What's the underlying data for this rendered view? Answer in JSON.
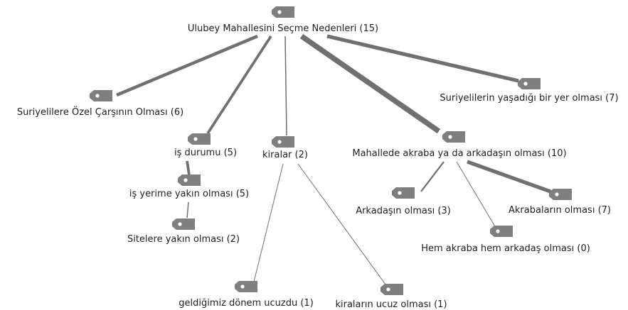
{
  "diagram": {
    "type": "code-tree",
    "nodes": [
      {
        "id": "root",
        "label": "Ulubey Mahallesini Seçme Nedenleri (15)"
      },
      {
        "id": "suriyelilere",
        "label": "Suriyelilere Özel Çarşının Olması (6)"
      },
      {
        "id": "is-durumu",
        "label": "iş durumu (5)"
      },
      {
        "id": "is-yerime",
        "label": "iş yerime yakın olması (5)"
      },
      {
        "id": "sitelere",
        "label": "Sitelere yakın olması (2)"
      },
      {
        "id": "kiralar",
        "label": "kiralar (2)"
      },
      {
        "id": "geldigimiz",
        "label": "geldiğimiz dönem ucuzdu (1)"
      },
      {
        "id": "kiralarin",
        "label": "kiraların ucuz olması (1)"
      },
      {
        "id": "mahallede",
        "label": "Mahallede akraba ya da arkadaşın olması (10)"
      },
      {
        "id": "arkadasin",
        "label": "Arkadaşın olması (3)"
      },
      {
        "id": "hem",
        "label": "Hem akraba hem arkadaş olması (0)"
      },
      {
        "id": "akrabalarin",
        "label": "Akrabaların olması (7)"
      },
      {
        "id": "suriyelilerin",
        "label": "Suriyelilerin yaşadığı bir yer olması (7)"
      }
    ],
    "edges": [
      {
        "from": "root",
        "to": "suriyelilere",
        "weight": 6
      },
      {
        "from": "root",
        "to": "is-durumu",
        "weight": 5
      },
      {
        "from": "root",
        "to": "kiralar",
        "weight": 2
      },
      {
        "from": "root",
        "to": "mahallede",
        "weight": 10
      },
      {
        "from": "root",
        "to": "suriyelilerin",
        "weight": 7
      },
      {
        "from": "is-durumu",
        "to": "is-yerime",
        "weight": 5
      },
      {
        "from": "is-yerime",
        "to": "sitelere",
        "weight": 2
      },
      {
        "from": "kiralar",
        "to": "geldigimiz",
        "weight": 1
      },
      {
        "from": "kiralar",
        "to": "kiralarin",
        "weight": 1
      },
      {
        "from": "mahallede",
        "to": "arkadasin",
        "weight": 3
      },
      {
        "from": "mahallede",
        "to": "hem",
        "weight": 1
      },
      {
        "from": "mahallede",
        "to": "akrabalarin",
        "weight": 7
      }
    ]
  }
}
